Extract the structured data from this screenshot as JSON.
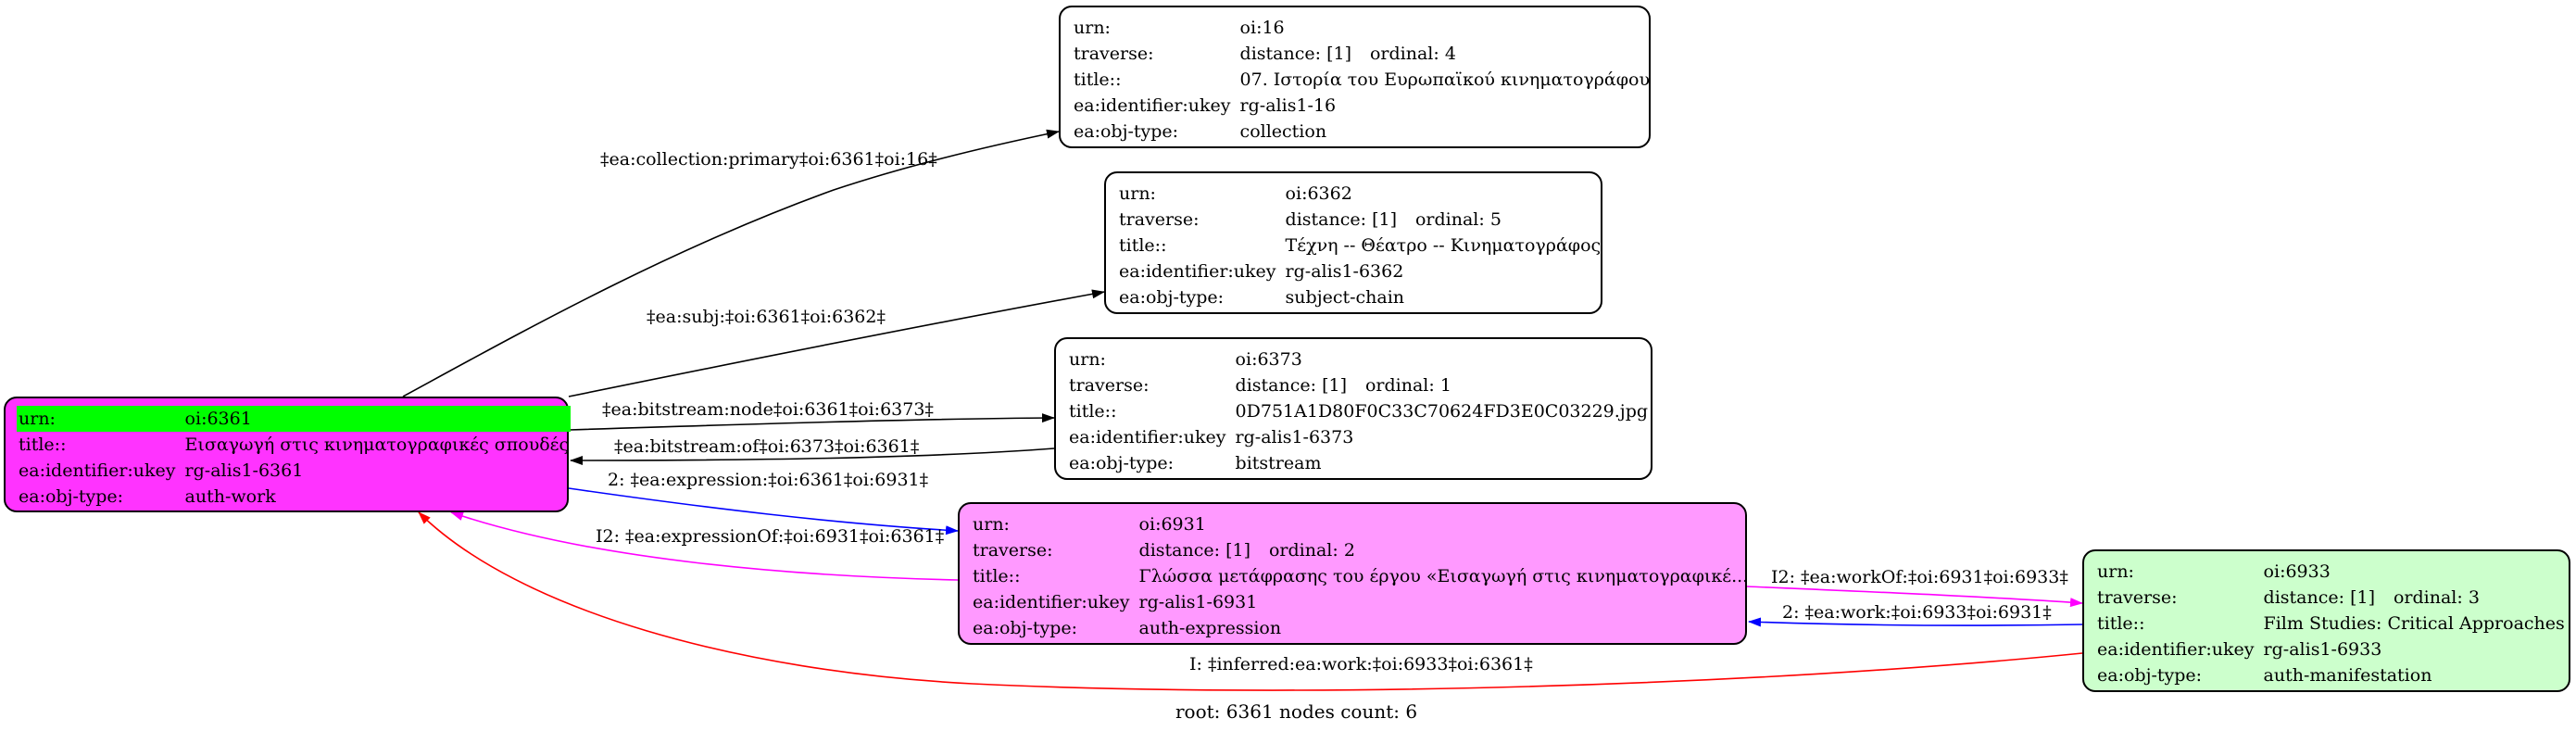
{
  "nodes": {
    "n16": {
      "fill": "#ffffff",
      "rows": [
        {
          "key": "urn:",
          "value": "oi:16"
        },
        {
          "key": "traverse:",
          "value": "distance: [1]",
          "value2": "ordinal: 4"
        },
        {
          "key": "title::",
          "value": "07. Ιστορία του Ευρωπαϊκού κινηματογράφου"
        },
        {
          "key": "ea:identifier:ukey",
          "value": "rg-alis1-16"
        },
        {
          "key": "ea:obj-type:",
          "value": "collection"
        }
      ]
    },
    "n6362": {
      "fill": "#ffffff",
      "rows": [
        {
          "key": "urn:",
          "value": "oi:6362"
        },
        {
          "key": "traverse:",
          "value": "distance: [1]",
          "value2": "ordinal: 5"
        },
        {
          "key": "title::",
          "value": "Τέχνη -- Θέατρο -- Κινηματογράφος"
        },
        {
          "key": "ea:identifier:ukey",
          "value": "rg-alis1-6362"
        },
        {
          "key": "ea:obj-type:",
          "value": "subject-chain"
        }
      ]
    },
    "n6373": {
      "fill": "#ffffff",
      "rows": [
        {
          "key": "urn:",
          "value": "oi:6373"
        },
        {
          "key": "traverse:",
          "value": "distance: [1]",
          "value2": "ordinal: 1"
        },
        {
          "key": "title::",
          "value": "0D751A1D80F0C33C70624FD3E0C03229.jpg"
        },
        {
          "key": "ea:identifier:ukey",
          "value": "rg-alis1-6373"
        },
        {
          "key": "ea:obj-type:",
          "value": "bitstream"
        }
      ]
    },
    "n6361": {
      "fill": "#ff33ff",
      "highlight": "#00ff00",
      "rows": [
        {
          "key": "urn:",
          "value": "oi:6361"
        },
        {
          "key": "title::",
          "value": "Εισαγωγή στις κινηματογραφικές σπουδές"
        },
        {
          "key": "ea:identifier:ukey",
          "value": "rg-alis1-6361"
        },
        {
          "key": "ea:obj-type:",
          "value": "auth-work"
        }
      ]
    },
    "n6931": {
      "fill": "#ff99ff",
      "rows": [
        {
          "key": "urn:",
          "value": "oi:6931"
        },
        {
          "key": "traverse:",
          "value": "distance: [1]",
          "value2": "ordinal: 2"
        },
        {
          "key": "title::",
          "value": "Γλώσσα μετάφρασης του έργου «Εισαγωγή στις κινηματογραφικέ..."
        },
        {
          "key": "ea:identifier:ukey",
          "value": "rg-alis1-6931"
        },
        {
          "key": "ea:obj-type:",
          "value": "auth-expression"
        }
      ]
    },
    "n6933": {
      "fill": "#ccffcc",
      "rows": [
        {
          "key": "urn:",
          "value": "oi:6933"
        },
        {
          "key": "traverse:",
          "value": "distance: [1]",
          "value2": "ordinal: 3"
        },
        {
          "key": "title::",
          "value": "Film Studies: Critical Approaches"
        },
        {
          "key": "ea:identifier:ukey",
          "value": "rg-alis1-6933"
        },
        {
          "key": "ea:obj-type:",
          "value": "auth-manifestation"
        }
      ]
    }
  },
  "edges": {
    "e1": {
      "label": "‡ea:collection:primary‡oi:6361‡oi:16‡",
      "color": "#000000"
    },
    "e2": {
      "label": "‡ea:subj:‡oi:6361‡oi:6362‡",
      "color": "#000000"
    },
    "e3": {
      "label": "‡ea:bitstream:node‡oi:6361‡oi:6373‡",
      "color": "#000000"
    },
    "e4": {
      "label": "‡ea:bitstream:of‡oi:6373‡oi:6361‡",
      "color": "#000000"
    },
    "e5": {
      "label": "2: ‡ea:expression:‡oi:6361‡oi:6931‡",
      "color": "#0000ff"
    },
    "e6": {
      "label": "I2: ‡ea:expressionOf:‡oi:6931‡oi:6361‡",
      "color": "#ff00ff"
    },
    "e7": {
      "label": "I2: ‡ea:workOf:‡oi:6931‡oi:6933‡",
      "color": "#ff00ff"
    },
    "e8": {
      "label": "2: ‡ea:work:‡oi:6933‡oi:6931‡",
      "color": "#0000ff"
    },
    "e9": {
      "label": "I: ‡inferred:ea:work:‡oi:6933‡oi:6361‡",
      "color": "#ff0000"
    }
  },
  "footer": "root: 6361 nodes count: 6"
}
